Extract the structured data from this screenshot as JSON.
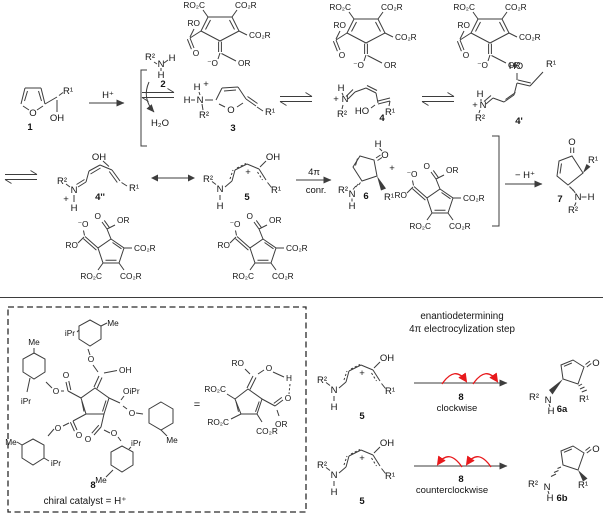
{
  "colors": {
    "bond": "#3d3d3d",
    "text": "#141414",
    "red": "#e8191c",
    "background": "#ffffff"
  },
  "t": {
    "r1": "R¹",
    "r2": "R²",
    "h": "H",
    "n": "N",
    "o": "O",
    "oh": "OH",
    "ho": "HO",
    "or": "OR",
    "ro": "RO",
    "ominus": "⁻O",
    "ro2c": "RO₂C",
    "co2r": "CO₂R",
    "plus": "+",
    "minus": "−",
    "me": "Me",
    "ipr": "iPr",
    "oipr": "OiPr",
    "equals": "="
  },
  "c": {
    "c1": "1",
    "c2": "2",
    "c3": "3",
    "c4": "4",
    "c4p": "4'",
    "c4pp": "4''",
    "c5": "5",
    "c6": "6",
    "c6a": "6a",
    "c6b": "6b",
    "c7": "7",
    "c8": "8"
  },
  "a": {
    "hplus": "H⁺",
    "h2o": "H₂O",
    "minus_hplus": "− H⁺",
    "fourpi": "4π",
    "conr": "conr."
  },
  "box": {
    "caption": "chiral catalyst = H⁺"
  },
  "en": {
    "title1": "enantiodetermining",
    "title2": "4π electrocylization step",
    "cw": "clockwise",
    "ccw": "counterclockwise"
  }
}
